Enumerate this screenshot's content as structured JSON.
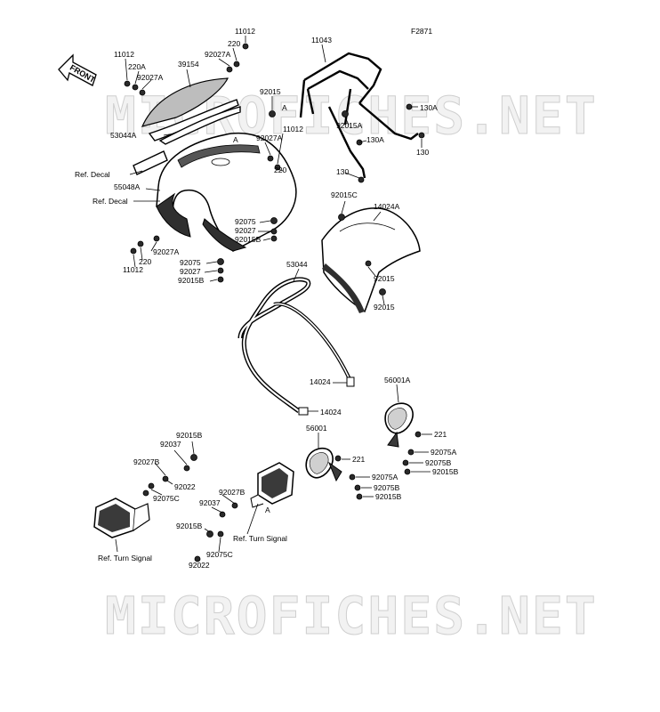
{
  "figure_code": "F2871",
  "watermark": "MICROFICHES.NET",
  "front_arrow": "FRONT",
  "labels": {
    "l11012_a": "11012",
    "l220A": "220A",
    "l92027A_a": "92027A",
    "l39154": "39154",
    "l92027A_b": "92027A",
    "l220_a": "220",
    "l11012_b": "11012",
    "l11043": "11043",
    "l53044A": "53044A",
    "l92015_a": "92015",
    "lA_1": "A",
    "lA_2": "A",
    "l92027A_c": "92027A",
    "l11012_c": "11012",
    "l220_b": "220",
    "l92015A": "92015A",
    "l130A_a": "130A",
    "l130A_b": "130A",
    "l130_a": "130",
    "l130_b": "130",
    "refdecal_a": "Ref. Decal",
    "l55048A": "55048A",
    "refdecal_b": "Ref. Decal",
    "l92015C": "92015C",
    "l14024A": "14024A",
    "l92075_a": "92075",
    "l92027_a": "92027",
    "l92015B_a": "92015B",
    "l92027A_d": "92027A",
    "l220_c": "220",
    "l11012_d": "11012",
    "l92075_b": "92075",
    "l92027_b": "92027",
    "l92015B_b": "92015B",
    "l53044": "53044",
    "l92015_b": "92015",
    "l92015_c": "92015",
    "l14024_a": "14024",
    "l56001A": "56001A",
    "l14024_b": "14024",
    "l56001": "56001",
    "l221_a": "221",
    "l221_b": "221",
    "l92075A_a": "92075A",
    "l92075B_a": "92075B",
    "l92015B_c": "92015B",
    "l92075A_b": "92075A",
    "l92075B_b": "92075B",
    "l92015B_d": "92015B",
    "l92015B_e": "92015B",
    "l92037_a": "92037",
    "l92027B_a": "92027B",
    "l92022_a": "92022",
    "l92075C_a": "92075C",
    "l92027B_b": "92027B",
    "l92037_b": "92037",
    "l92015B_f": "92015B",
    "l92075C_b": "92075C",
    "l92022_b": "92022",
    "refturn_a": "Ref. Turn Signal",
    "refturn_b": "Ref. Turn Signal",
    "lA_3": "A"
  }
}
